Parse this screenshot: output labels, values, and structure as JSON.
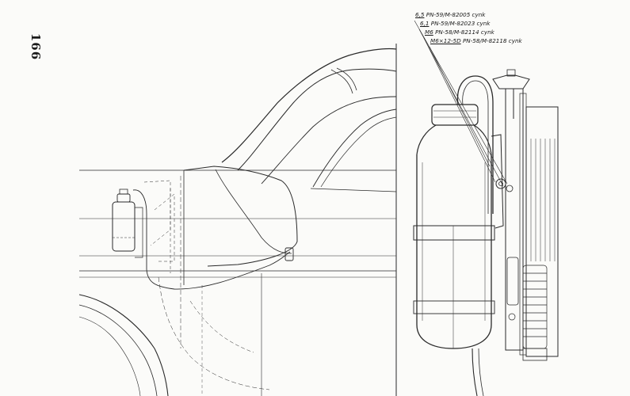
{
  "page": {
    "number": "166"
  },
  "callouts": [
    {
      "ref": "6,5",
      "text": "PN-59/M-82005 cynk"
    },
    {
      "ref": "6,1",
      "text": "PN-59/M-82023 cynk"
    },
    {
      "ref": "M6",
      "text": "PN-58/M-82114 cynk"
    },
    {
      "ref": "M6×12-5D",
      "text": "PN-58/M-82118 cynk"
    }
  ]
}
